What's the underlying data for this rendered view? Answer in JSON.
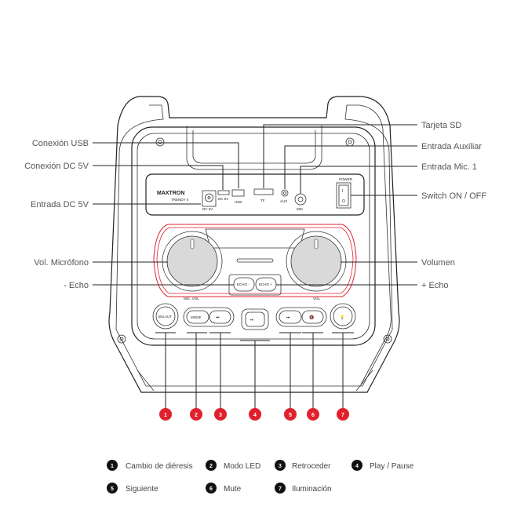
{
  "device": {
    "brand": "MAXTRON",
    "model": "TRENDY II",
    "panel": {
      "dc_label": "DC 5V",
      "dcout_label": "DC 5V",
      "usb_label": "USB",
      "tf_label": "TF",
      "aux_label": "AUX",
      "mic_label": "MIC",
      "power_label": "POWER",
      "switch_on": "I",
      "switch_off": "O"
    },
    "knobs": {
      "left_label": "MIC. VOL",
      "right_label": "VOL"
    },
    "echo": {
      "minus": "ECHO -",
      "plus": "ECHO +"
    },
    "buttons": {
      "unmute": "UNLAUT",
      "mode": "MODE"
    }
  },
  "callouts_left": [
    {
      "text": "Conexión USB"
    },
    {
      "text": "Conexión DC 5V"
    },
    {
      "text": "Entrada DC 5V"
    },
    {
      "text": "Vol. Micrófono"
    },
    {
      "text": "- Echo"
    }
  ],
  "callouts_right": [
    {
      "text": "Tarjeta SD"
    },
    {
      "text": "Entrada Auxiliar"
    },
    {
      "text": "Entrada Mic. 1"
    },
    {
      "text": "Switch ON / OFF"
    },
    {
      "text": "Volumen"
    },
    {
      "text": "+ Echo"
    }
  ],
  "badges": [
    "1",
    "2",
    "3",
    "4",
    "5",
    "6",
    "7"
  ],
  "badge_color": "#e0202b",
  "legend": [
    {
      "num": "1",
      "text": "Cambio de diéresis"
    },
    {
      "num": "2",
      "text": "Modo LED"
    },
    {
      "num": "3",
      "text": "Retroceder"
    },
    {
      "num": "4",
      "text": "Play / Pause"
    },
    {
      "num": "5",
      "text": "Siguiente"
    },
    {
      "num": "6",
      "text": "Mute"
    },
    {
      "num": "7",
      "text": "Iluminación"
    }
  ],
  "colors": {
    "ring": "#e0202b",
    "knob": "#d9d9d9",
    "line": "#222222"
  }
}
